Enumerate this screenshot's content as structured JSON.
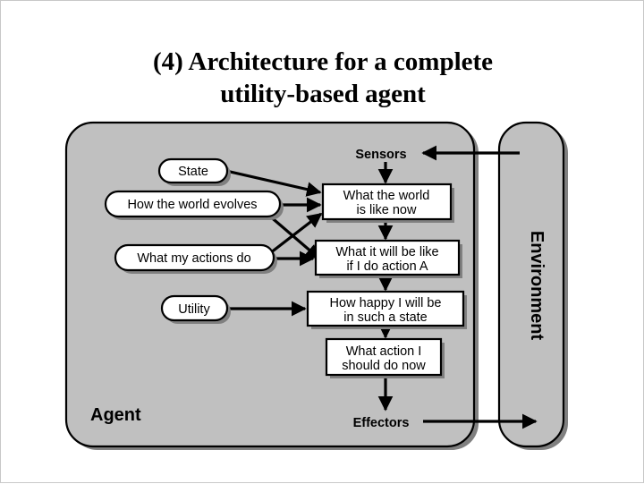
{
  "slide": {
    "title_lines": [
      "(4) Architecture for a complete",
      "utility-based agent"
    ],
    "background_color": "#ffffff"
  },
  "diagram": {
    "type": "agent-architecture-block-diagram",
    "agent_panel": {
      "label": "Agent",
      "fill_color": "#c0c0c0",
      "stroke_color": "#000000"
    },
    "environment_panel": {
      "label": "Environment",
      "orientation": "vertical-clockwise",
      "fill_color": "#c0c0c0",
      "stroke_color": "#000000"
    },
    "io_labels": {
      "sensors": "Sensors",
      "effectors": "Effectors"
    },
    "knowledge_ovals": [
      {
        "id": "state",
        "label": "State"
      },
      {
        "id": "how-the-world-evolves",
        "label": "How the world evolves"
      },
      {
        "id": "what-my-actions-do",
        "label": "What my actions do"
      },
      {
        "id": "utility",
        "label": "Utility"
      }
    ],
    "process_boxes": [
      {
        "id": "what-the-world-is-like-now",
        "lines": [
          "What the world",
          "is like now"
        ]
      },
      {
        "id": "what-it-will-be-like-if-i-do-action-a",
        "lines": [
          "What it will be like",
          "if I do action A"
        ]
      },
      {
        "id": "how-happy-i-will-be-in-such-a-state",
        "lines": [
          "How happy I will be",
          "in such a state"
        ]
      },
      {
        "id": "what-action-i-should-do-now",
        "lines": [
          "What action I",
          "should do now"
        ]
      }
    ],
    "connections": [
      {
        "from": "environment",
        "to": "sensors",
        "direction": "left"
      },
      {
        "from": "sensors",
        "to": "what-the-world-is-like-now",
        "direction": "down"
      },
      {
        "from": "state",
        "to": "what-the-world-is-like-now",
        "direction": "right-down"
      },
      {
        "from": "how-the-world-evolves",
        "to": "what-the-world-is-like-now",
        "direction": "right"
      },
      {
        "from": "how-the-world-evolves",
        "to": "what-it-will-be-like-if-i-do-action-a",
        "direction": "right-down"
      },
      {
        "from": "what-my-actions-do",
        "to": "what-the-world-is-like-now",
        "direction": "right-up"
      },
      {
        "from": "what-my-actions-do",
        "to": "what-it-will-be-like-if-i-do-action-a",
        "direction": "right"
      },
      {
        "from": "what-the-world-is-like-now",
        "to": "what-it-will-be-like-if-i-do-action-a",
        "direction": "down"
      },
      {
        "from": "utility",
        "to": "how-happy-i-will-be-in-such-a-state",
        "direction": "right"
      },
      {
        "from": "what-it-will-be-like-if-i-do-action-a",
        "to": "how-happy-i-will-be-in-such-a-state",
        "direction": "down"
      },
      {
        "from": "how-happy-i-will-be-in-such-a-state",
        "to": "what-action-i-should-do-now",
        "direction": "down"
      },
      {
        "from": "what-action-i-should-do-now",
        "to": "effectors",
        "direction": "down"
      },
      {
        "from": "effectors",
        "to": "environment",
        "direction": "right"
      }
    ]
  }
}
